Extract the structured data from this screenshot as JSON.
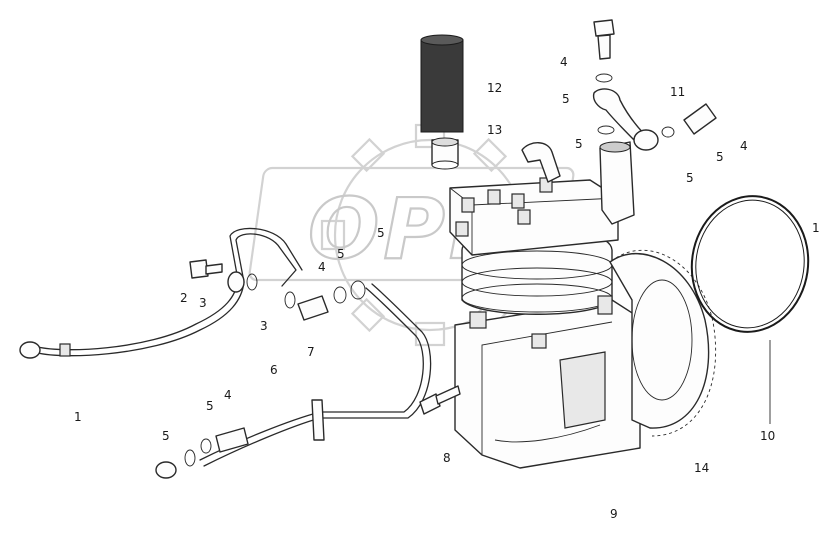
{
  "watermark": {
    "text": "OPEX"
  },
  "callouts": [
    {
      "id": "c1a",
      "label": "1"
    },
    {
      "id": "c1b",
      "label": "1"
    },
    {
      "id": "c2",
      "label": "2"
    },
    {
      "id": "c3a",
      "label": "3"
    },
    {
      "id": "c3b",
      "label": "3"
    },
    {
      "id": "c4a",
      "label": "4"
    },
    {
      "id": "c4b",
      "label": "4"
    },
    {
      "id": "c4c",
      "label": "4"
    },
    {
      "id": "c4d",
      "label": "4"
    },
    {
      "id": "c5a",
      "label": "5"
    },
    {
      "id": "c5b",
      "label": "5"
    },
    {
      "id": "c5c",
      "label": "5"
    },
    {
      "id": "c5d",
      "label": "5"
    },
    {
      "id": "c5e",
      "label": "5"
    },
    {
      "id": "c5f",
      "label": "5"
    },
    {
      "id": "c5g",
      "label": "5"
    },
    {
      "id": "c5h",
      "label": "5"
    },
    {
      "id": "c6",
      "label": "6"
    },
    {
      "id": "c7",
      "label": "7"
    },
    {
      "id": "c8",
      "label": "8"
    },
    {
      "id": "c9",
      "label": "9"
    },
    {
      "id": "c10",
      "label": "10"
    },
    {
      "id": "c11",
      "label": "11"
    },
    {
      "id": "c12",
      "label": "12"
    },
    {
      "id": "c13",
      "label": "13"
    },
    {
      "id": "c14",
      "label": "14"
    }
  ]
}
